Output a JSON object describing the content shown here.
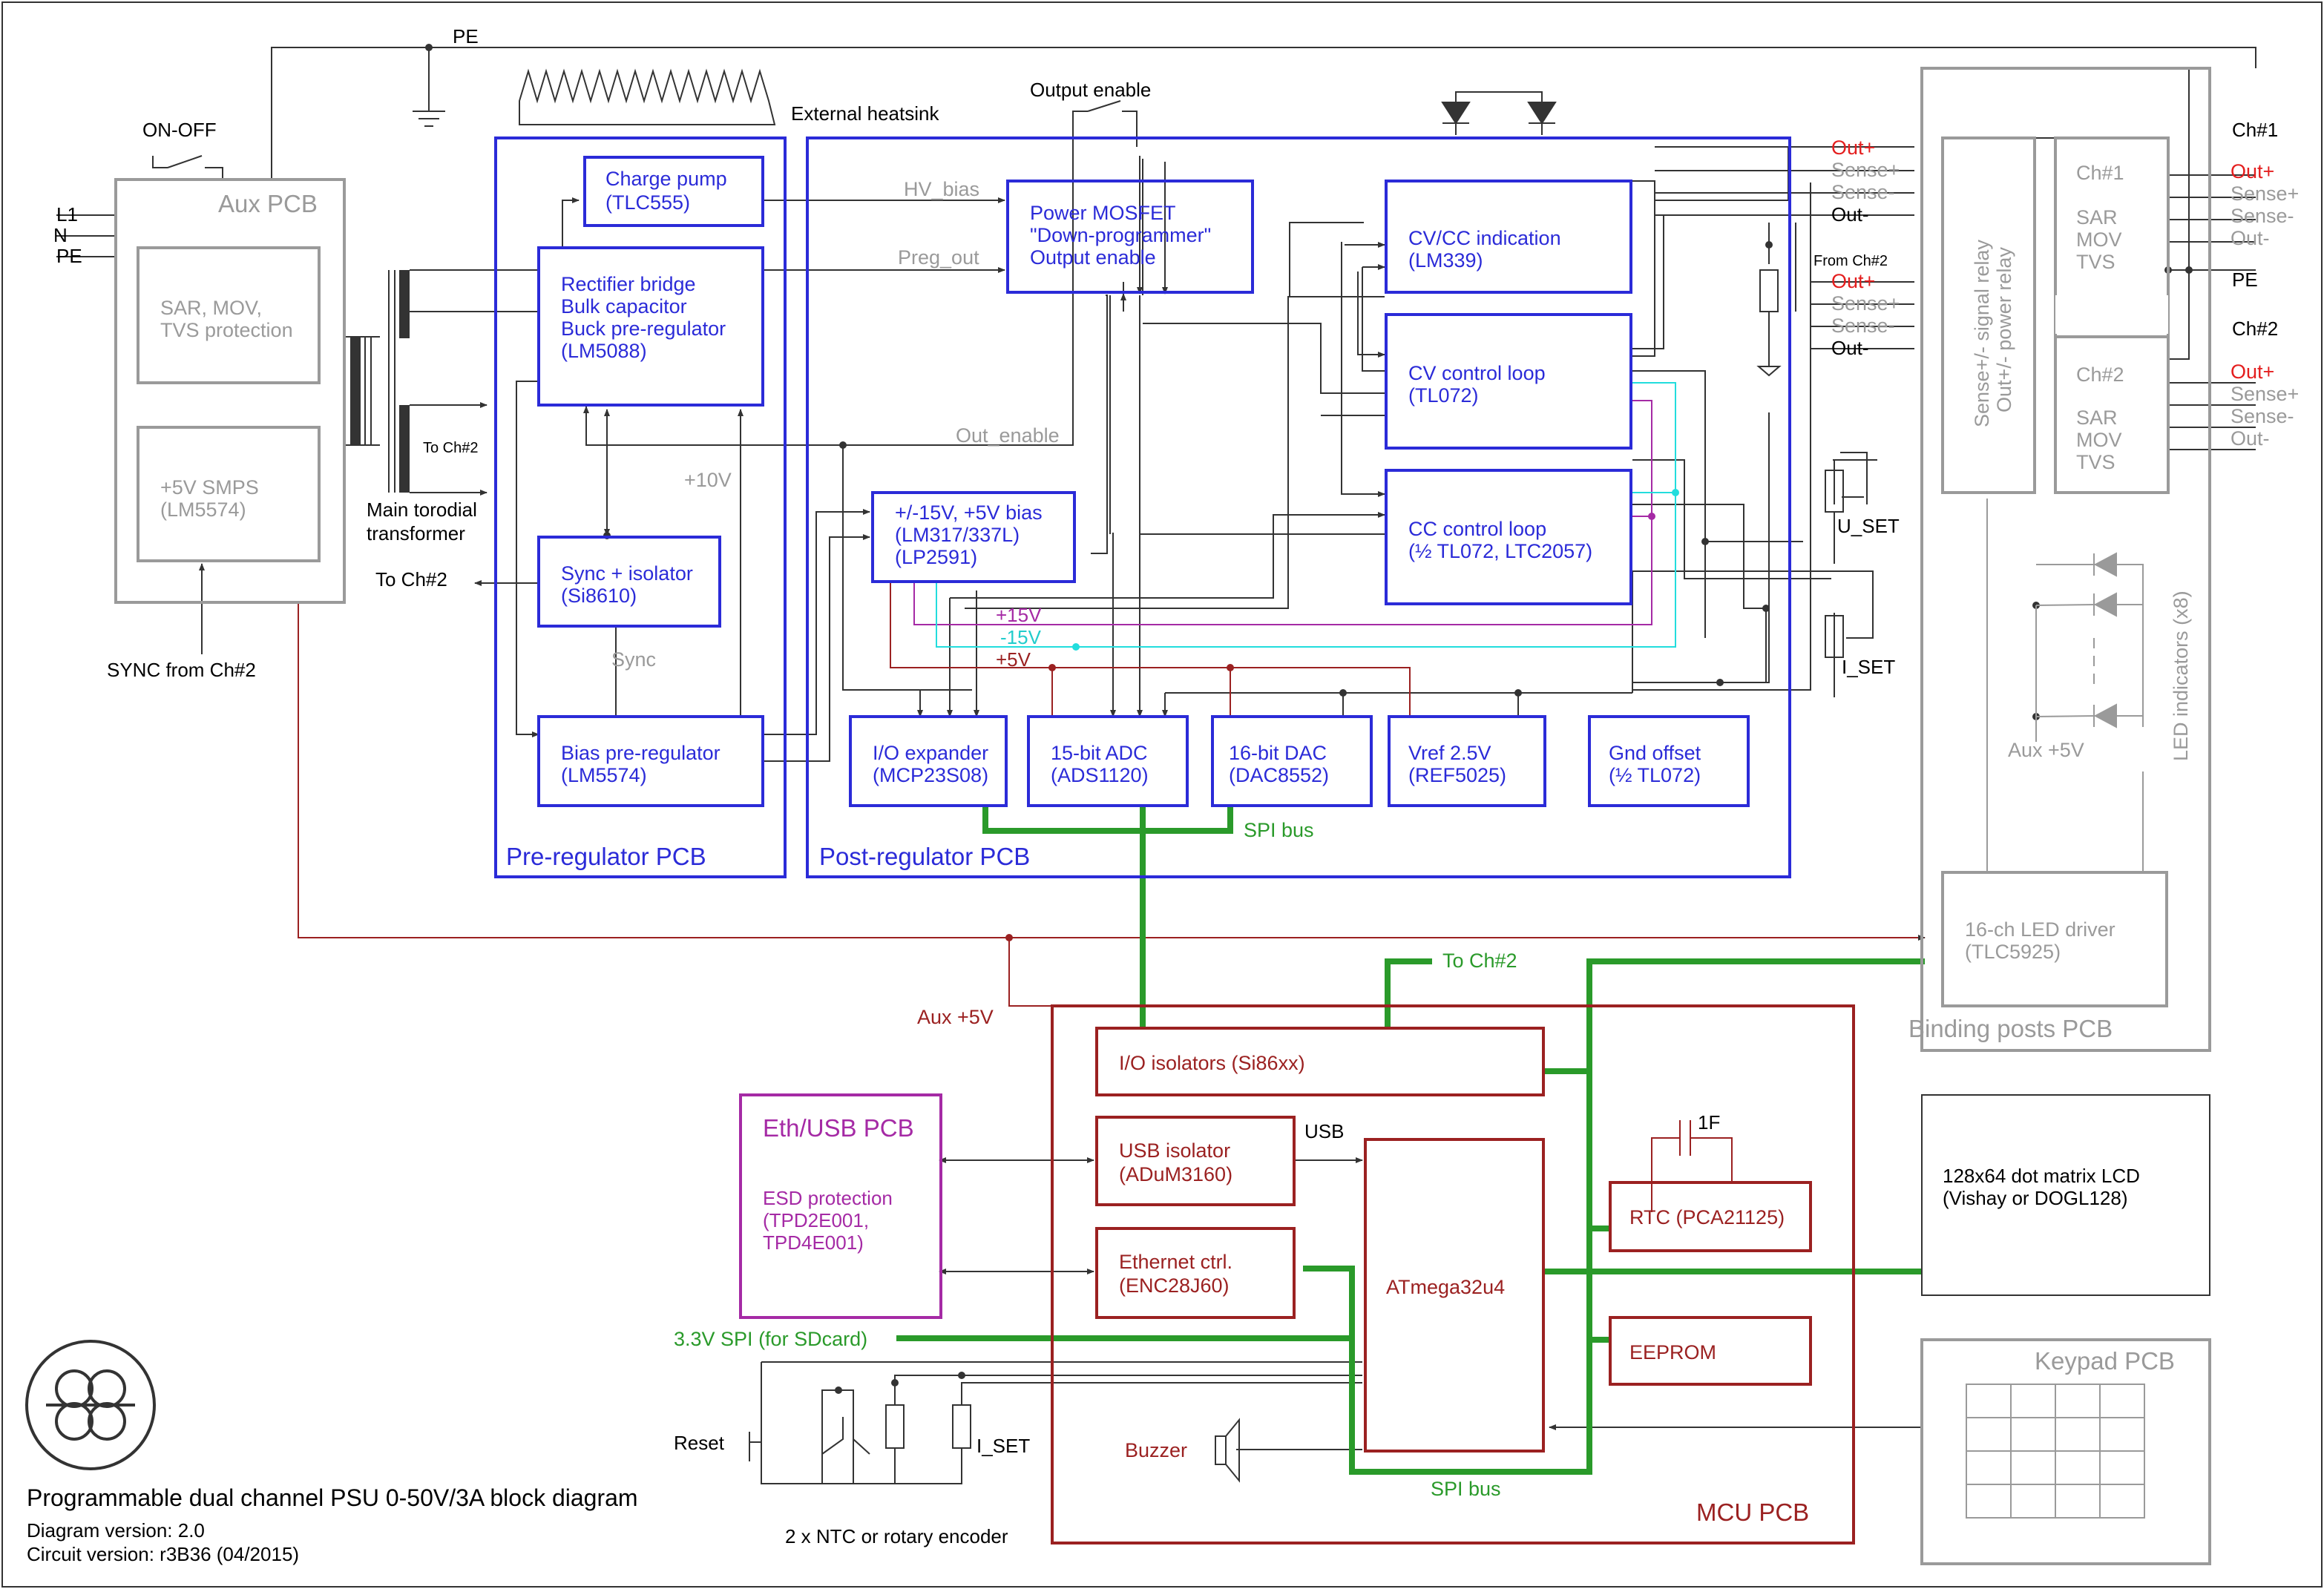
{
  "diagram": {
    "title": "Programmable dual channel PSU 0-50V/3A block diagram",
    "diagram_version": "Diagram version: 2.0",
    "circuit_version": "Circuit version: r3B36 (04/2015)"
  },
  "colors": {
    "blue": "#2b2bd8",
    "grey": "#9a9a9a",
    "dark_red": "#9b2121",
    "purple": "#a52aa5",
    "green": "#2a9a2a",
    "red": "#e41e1e",
    "cyan": "#22dddd",
    "wire": "#333333"
  },
  "aux": {
    "on_off": "ON-OFF",
    "pe_top": "PE",
    "inputs": [
      "L1",
      "N",
      "PE"
    ],
    "board": "Aux PCB",
    "protection": [
      "SAR, MOV,",
      "TVS protection"
    ],
    "smps": [
      "+5V SMPS",
      "(LM5574)"
    ],
    "sync_from": "SYNC from Ch#2",
    "transformer": [
      "Main torodial",
      "transformer"
    ],
    "to_ch2_small": "To Ch#2",
    "to_ch2_sync": "To Ch#2"
  },
  "heatsink": "External heatsink",
  "prereg": {
    "board": "Pre-regulator PCB",
    "charge_pump": [
      "Charge pump",
      "(TLC555)"
    ],
    "rectifier": [
      "Rectifier bridge",
      "Bulk capacitor",
      "Buck pre-regulator",
      "(LM5088)"
    ],
    "sync": [
      "Sync + isolator",
      "(Si8610)"
    ],
    "sync_label": "Sync",
    "bias": [
      "Bias pre-regulator",
      "(LM5574)"
    ],
    "plus10": "+10V"
  },
  "postreg": {
    "board": "Post-regulator PCB",
    "output_enable_switch": "Output enable",
    "mosfet": [
      "Power MOSFET",
      "\"Down-programmer\"",
      "Output enable"
    ],
    "hv_bias": "HV_bias",
    "preg_out": "Preg_out",
    "out_enable": "Out_enable",
    "cvcc": [
      "CV/CC indication",
      "(LM339)"
    ],
    "cv_loop": [
      "CV control loop",
      "(TL072)"
    ],
    "cc_loop": [
      "CC control loop",
      "(½ TL072, LTC2057)"
    ],
    "bias_supply": [
      "+/-15V, +5V bias",
      "(LM317/337L)",
      "(LP2591)"
    ],
    "rail_p15": "+15V",
    "rail_m15": "-15V",
    "rail_p5": "+5V",
    "io_expander": [
      "I/O expander",
      "(MCP23S08)"
    ],
    "adc": [
      "15-bit ADC",
      "(ADS1120)"
    ],
    "dac": [
      "16-bit DAC",
      "(DAC8552)"
    ],
    "vref": [
      "Vref 2.5V",
      "(REF5025)"
    ],
    "gnd_offset": [
      "Gnd offset",
      "(½ TL072)"
    ],
    "u_set": "U_SET",
    "i_set": "I_SET",
    "spi_bus": "SPI bus"
  },
  "outputs": {
    "ch1_lines": [
      "Out+",
      "Sense+",
      "Sense-",
      "Out-"
    ],
    "from_ch2": "From Ch#2",
    "ch2_lines": [
      "Out+",
      "Sense+",
      "Sense-",
      "Out-"
    ]
  },
  "binding": {
    "board": "Binding posts PCB",
    "relay": [
      "Sense+/- signal relay",
      "Out+/- power relay"
    ],
    "ch1_box": [
      "Ch#1",
      "SAR",
      "MOV",
      "TVS"
    ],
    "ch2_box": [
      "Ch#2",
      "SAR",
      "MOV",
      "TVS"
    ],
    "ch1": "Ch#1",
    "ch2": "Ch#2",
    "ch1_terms": [
      "Out+",
      "Sense+",
      "Sense-",
      "Out-"
    ],
    "pe": "PE",
    "ch2_terms": [
      "Out+",
      "Sense+",
      "Sense-",
      "Out-"
    ],
    "led_indicators": "LED indicators (x8)",
    "aux5v": "Aux +5V",
    "led_driver": [
      "16-ch LED driver",
      "(TLC5925)"
    ]
  },
  "mcu": {
    "board": "MCU PCB",
    "aux5v": "Aux +5V",
    "to_ch2": "To Ch#2",
    "io_isolators": "I/O isolators (Si86xx)",
    "usb_iso": [
      "USB isolator",
      "(ADuM3160)"
    ],
    "usb": "USB",
    "eth": [
      "Ethernet ctrl.",
      "(ENC28J60)"
    ],
    "atmega": "ATmega32u4",
    "rtc": "RTC (PCA21125)",
    "cap": "1F",
    "eeprom": "EEPROM",
    "buzzer": "Buzzer",
    "spi_bus": "SPI bus",
    "sd_spi": "3.3V SPI (for SDcard)",
    "reset": "Reset",
    "i_set": "I_SET",
    "ntc": "2 x NTC or rotary encoder"
  },
  "ethusb": {
    "board": "Eth/USB PCB",
    "esd": [
      "ESD protection",
      "(TPD2E001,",
      "TPD4E001)"
    ]
  },
  "lcd": [
    "128x64 dot matrix LCD",
    "(Vishay or DOGL128)"
  ],
  "keypad": "Keypad PCB"
}
